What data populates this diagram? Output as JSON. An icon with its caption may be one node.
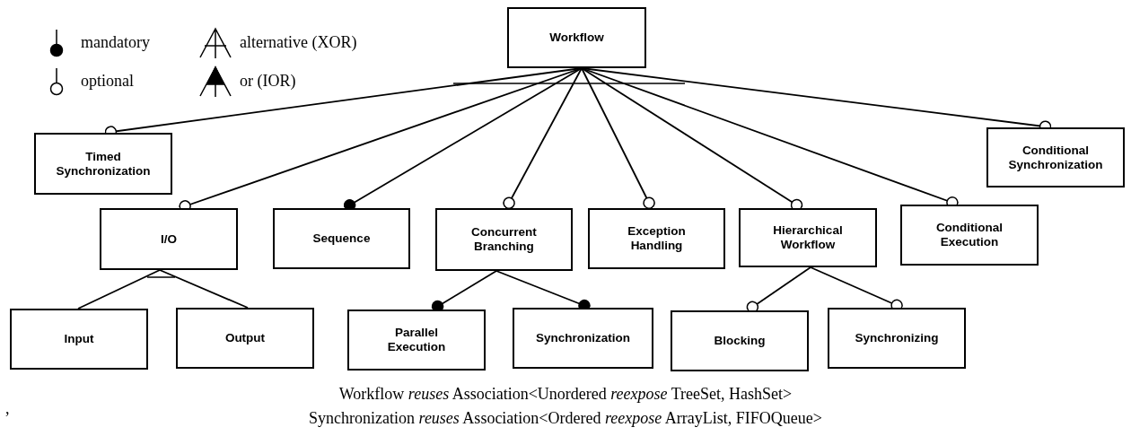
{
  "diagram": {
    "nodes": [
      {
        "text": [
          "Workflow"
        ]
      },
      {
        "text": [
          "Timed Synchronization"
        ]
      },
      {
        "text": [
          "I/O"
        ]
      },
      {
        "text": [
          "Sequence"
        ]
      },
      {
        "text": [
          "Concurrent Branching"
        ]
      },
      {
        "text": [
          "Exception Handling"
        ]
      },
      {
        "text": [
          "Hierarchical Workflow"
        ]
      },
      {
        "text": [
          "Conditional Execution"
        ]
      },
      {
        "text": [
          "Conditional Synchronization"
        ]
      },
      {
        "text": [
          "Input"
        ]
      },
      {
        "text": [
          "Output"
        ]
      },
      {
        "text": [
          "Parallel Execution"
        ]
      },
      {
        "text": [
          "Synchronization"
        ]
      },
      {
        "text": [
          "Blocking"
        ]
      },
      {
        "text": [
          "Synchronizing"
        ]
      }
    ],
    "edges": [
      {
        "from": 0,
        "to": 1,
        "arrow": "other"
      },
      {
        "from": 0,
        "to": 2,
        "arrow": "other"
      },
      {
        "from": 0,
        "to": 3,
        "arrow": "other"
      },
      {
        "from": 0,
        "to": 4,
        "arrow": "other"
      },
      {
        "from": 0,
        "to": 5,
        "arrow": "other"
      },
      {
        "from": 0,
        "to": 6,
        "arrow": "other"
      },
      {
        "from": 0,
        "to": 7,
        "arrow": "other"
      },
      {
        "from": 0,
        "to": 8,
        "arrow": "other"
      },
      {
        "from": 2,
        "to": 9,
        "arrow": "none"
      },
      {
        "from": 2,
        "to": 10,
        "arrow": "none"
      },
      {
        "from": 4,
        "to": 11,
        "arrow": "other"
      },
      {
        "from": 4,
        "to": 12,
        "arrow": "other"
      },
      {
        "from": 6,
        "to": 13,
        "arrow": "other"
      },
      {
        "from": 6,
        "to": 14,
        "arrow": "other"
      }
    ],
    "labels": [
      ",",
      "Workflow *reuses* Association<Unordered *reexpose* TreeSet, HashSet>",
      "Synchronization *reuses* Association<Ordered *reexpose* ArrayList, FIFOQueue>"
    ],
    "legend": [
      {
        "text": "mandatory"
      },
      {
        "text": "optional"
      },
      {
        "text": "alternative (XOR)"
      },
      {
        "text": "or (IOR)"
      }
    ]
  }
}
